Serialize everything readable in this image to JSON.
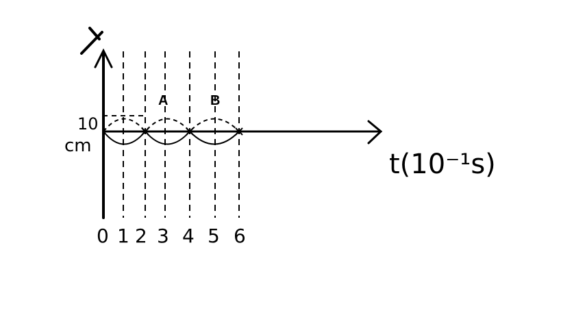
{
  "axes": {
    "y_label": "Y",
    "x_label": "t(10⁻¹s)",
    "amplitude_value": "10",
    "amplitude_unit": "cm"
  },
  "ticks": [
    "0",
    "1",
    "2",
    "3",
    "4",
    "5",
    "6"
  ],
  "points": {
    "a": "A",
    "b": "B"
  },
  "style": {
    "stroke": "#000000",
    "background": "#ffffff"
  }
}
